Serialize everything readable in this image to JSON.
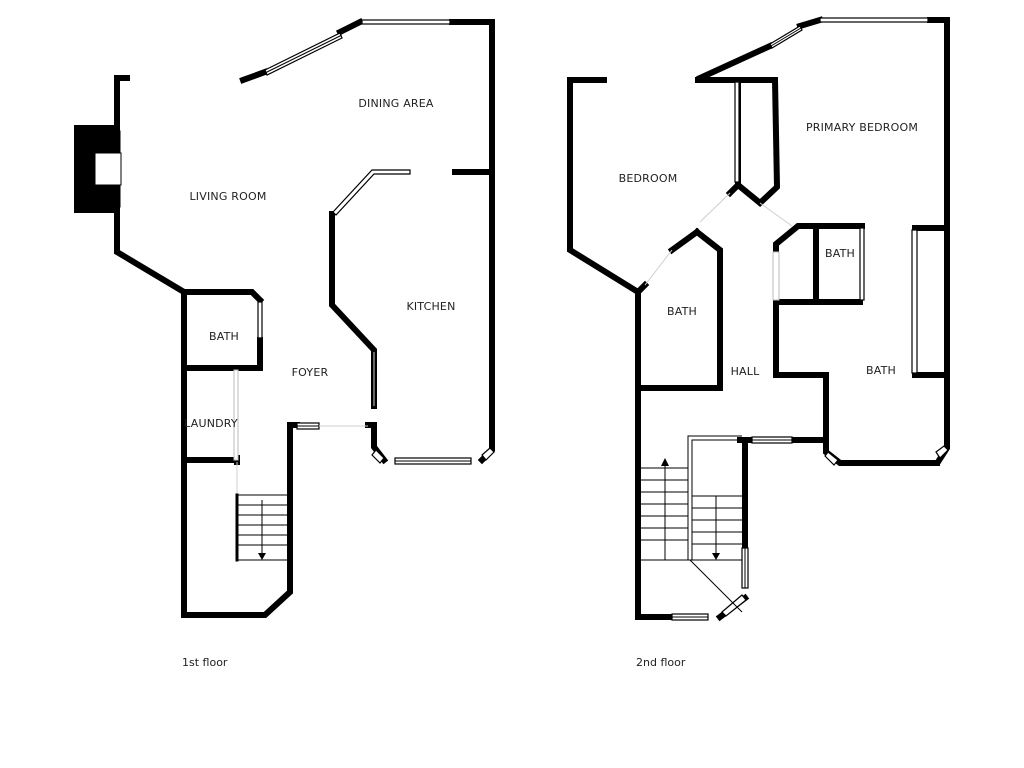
{
  "floors": [
    {
      "label": "1st floor",
      "rooms": [
        {
          "id": "living-room",
          "label": "LIVING ROOM"
        },
        {
          "id": "dining-area",
          "label": "DINING AREA"
        },
        {
          "id": "kitchen",
          "label": "KITCHEN"
        },
        {
          "id": "bath",
          "label": "BATH"
        },
        {
          "id": "foyer",
          "label": "FOYER"
        },
        {
          "id": "laundry",
          "label": "LAUNDRY"
        }
      ]
    },
    {
      "label": "2nd floor",
      "rooms": [
        {
          "id": "bedroom",
          "label": "BEDROOM"
        },
        {
          "id": "primary-bedroom",
          "label": "PRIMARY BEDROOM"
        },
        {
          "id": "bath-small",
          "label": "BATH"
        },
        {
          "id": "bath-left",
          "label": "BATH"
        },
        {
          "id": "hall",
          "label": "HALL"
        },
        {
          "id": "bath-right",
          "label": "BATH"
        }
      ]
    }
  ],
  "colors": {
    "wall": "#000000",
    "background": "#ffffff",
    "text": "#222222"
  }
}
